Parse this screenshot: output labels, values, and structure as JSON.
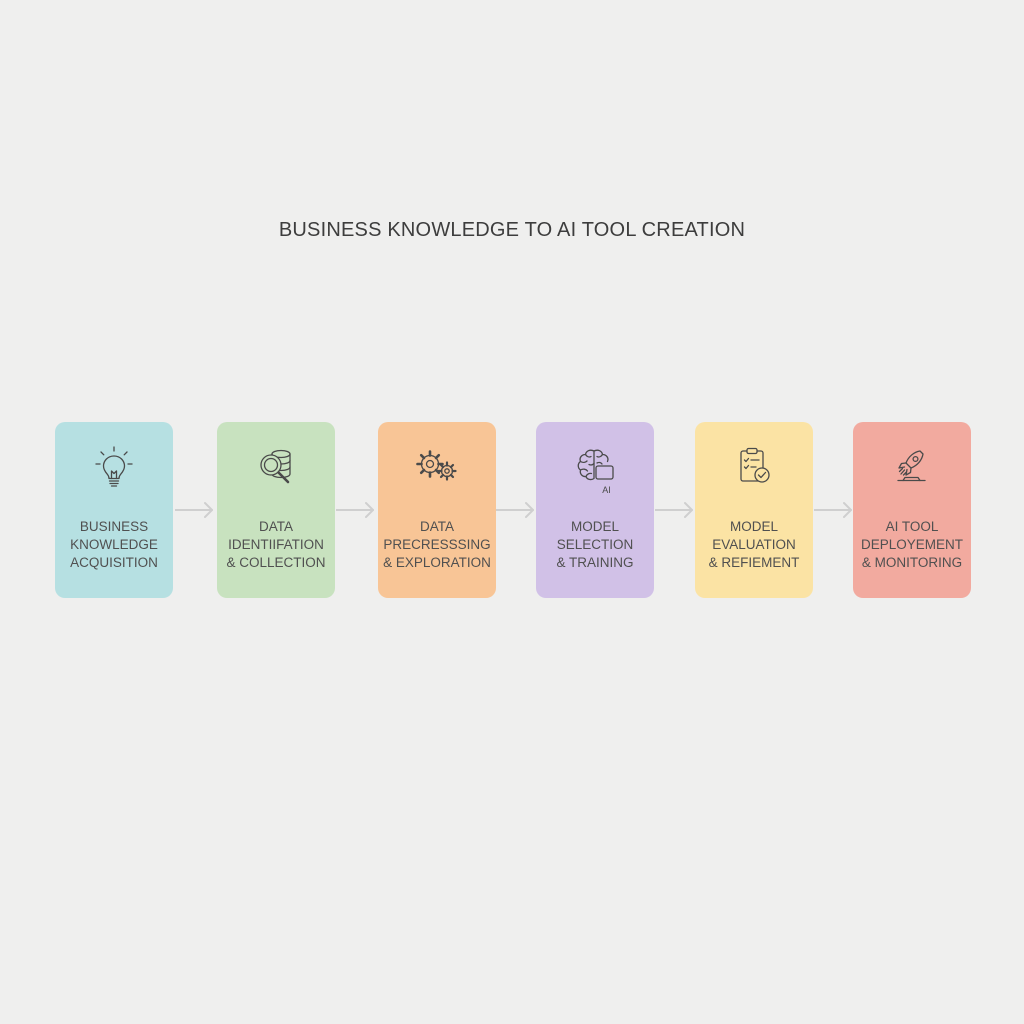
{
  "title": "BUSINESS KNOWLEDGE TO AI TOOL CREATION",
  "colors": {
    "background": "#efefee",
    "arrow": "#cfcfcf",
    "icon_stroke": "#4a4a4a"
  },
  "steps": [
    {
      "lines": [
        "BUSINESS",
        "KNOWLEDGE",
        "ACQUISITION"
      ],
      "icon": "lightbulb-icon",
      "color": "#b6e0e2"
    },
    {
      "lines": [
        "DATA",
        "IDENTIIFATION",
        "& COLLECTION"
      ],
      "icon": "database-search-icon",
      "color": "#c8e2bf"
    },
    {
      "lines": [
        "DATA",
        "PRECRESSSING",
        "& EXPLORATION"
      ],
      "icon": "gears-icon",
      "color": "#f8c596"
    },
    {
      "lines": [
        "MODEL",
        "SELECTION",
        "& TRAINING"
      ],
      "icon": "brain-ai-icon",
      "color": "#d1c1e7",
      "icon_badge": "AI"
    },
    {
      "lines": [
        "MODEL",
        "EVALUATION",
        "& REFIEMENT"
      ],
      "icon": "clipboard-check-icon",
      "color": "#fbe3a4"
    },
    {
      "lines": [
        "AI TOOL",
        "DEPLOYEMENT",
        "& MONITORING"
      ],
      "icon": "rocket-icon",
      "color": "#f2aa9f"
    }
  ]
}
